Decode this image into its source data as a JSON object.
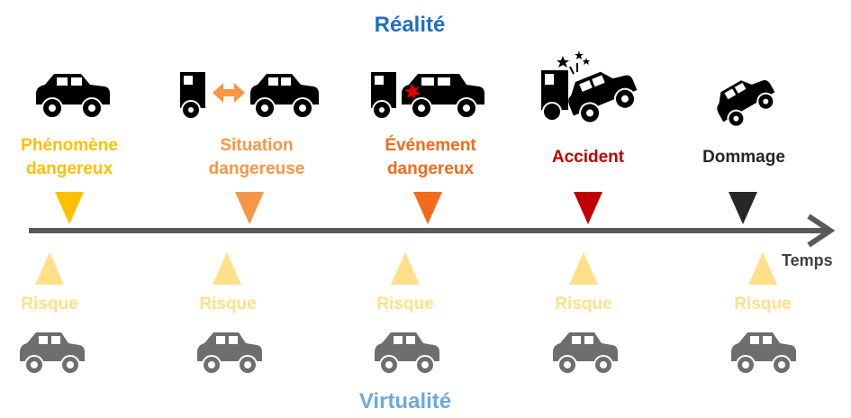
{
  "header": {
    "title": "Réalité",
    "color": "#1F6FC5"
  },
  "footer": {
    "title": "Virtualité",
    "color": "#6FA8DC"
  },
  "axis": {
    "label": "Temps",
    "color": "#595959"
  },
  "stages": [
    {
      "label": "Phénomène\ndangereux",
      "color": "#FFC000",
      "icon": "car-icon"
    },
    {
      "label": "Situation\ndangereuse",
      "color": "#F79646",
      "icon": "truck-car-approach-icon"
    },
    {
      "label": "Événement\ndangereux",
      "color": "#F26B1D",
      "icon": "truck-car-impact-icon"
    },
    {
      "label": "Accident",
      "color": "#C00000",
      "icon": "crash-icon"
    },
    {
      "label": "Dommage",
      "color": "#262626",
      "icon": "overturned-car-icon"
    }
  ],
  "risks": [
    {
      "label": "Risque"
    },
    {
      "label": "Risque"
    },
    {
      "label": "Risque"
    },
    {
      "label": "Risque"
    },
    {
      "label": "Risque"
    }
  ],
  "risk_color": "#FFE08A",
  "virtual_car_color": "#6E6E6E"
}
